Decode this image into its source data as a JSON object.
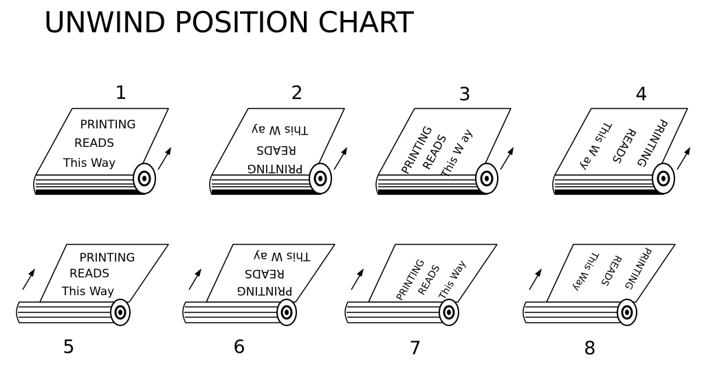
{
  "title": "UNWIND POSITION CHART",
  "positions": [
    {
      "number": "1",
      "line1": "PRINTING",
      "line2": "READS",
      "line3": "This Way"
    },
    {
      "number": "2",
      "line1": "PRINTING",
      "line2": "READS",
      "line3": "This W ay"
    },
    {
      "number": "3",
      "line1": "PRINTING",
      "line2": "READS",
      "line3": "This W ay"
    },
    {
      "number": "4",
      "line1": "PRINTING",
      "line2": "READS",
      "line3": "This W ay"
    },
    {
      "number": "5",
      "line1": "PRINTING",
      "line2": "READS",
      "line3": "This Way"
    },
    {
      "number": "6",
      "line1": "PRINTING",
      "line2": "READS",
      "line3": "This W ay"
    },
    {
      "number": "7",
      "line1": "PRINTING",
      "line2": "READS",
      "line3": "This  Way"
    },
    {
      "number": "8",
      "line1": "PRINTING",
      "line2": "READS",
      "line3": "This Way"
    }
  ]
}
